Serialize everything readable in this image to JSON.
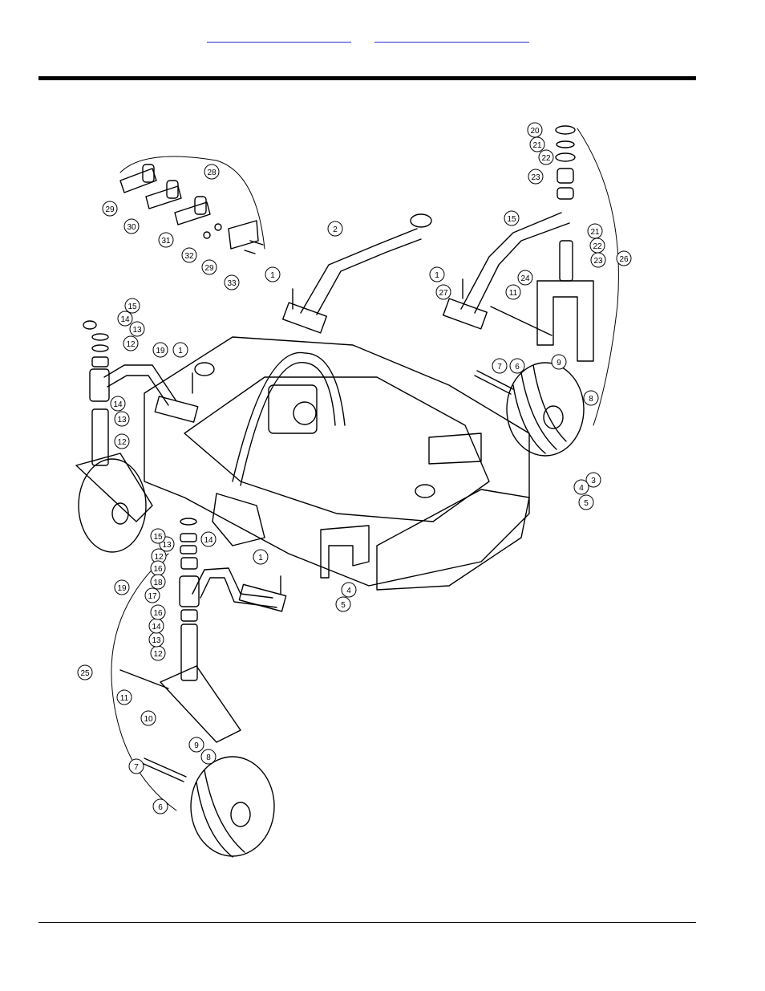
{
  "links": [
    {
      "text": ""
    },
    {
      "text": ""
    }
  ],
  "callouts": [
    "1",
    "2",
    "3",
    "4",
    "5",
    "6",
    "7",
    "8",
    "9",
    "10",
    "11",
    "12",
    "13",
    "14",
    "15",
    "16",
    "17",
    "18",
    "19",
    "20",
    "21",
    "22",
    "23",
    "24",
    "25",
    "26",
    "27",
    "28",
    "29",
    "30",
    "31",
    "32",
    "33"
  ]
}
